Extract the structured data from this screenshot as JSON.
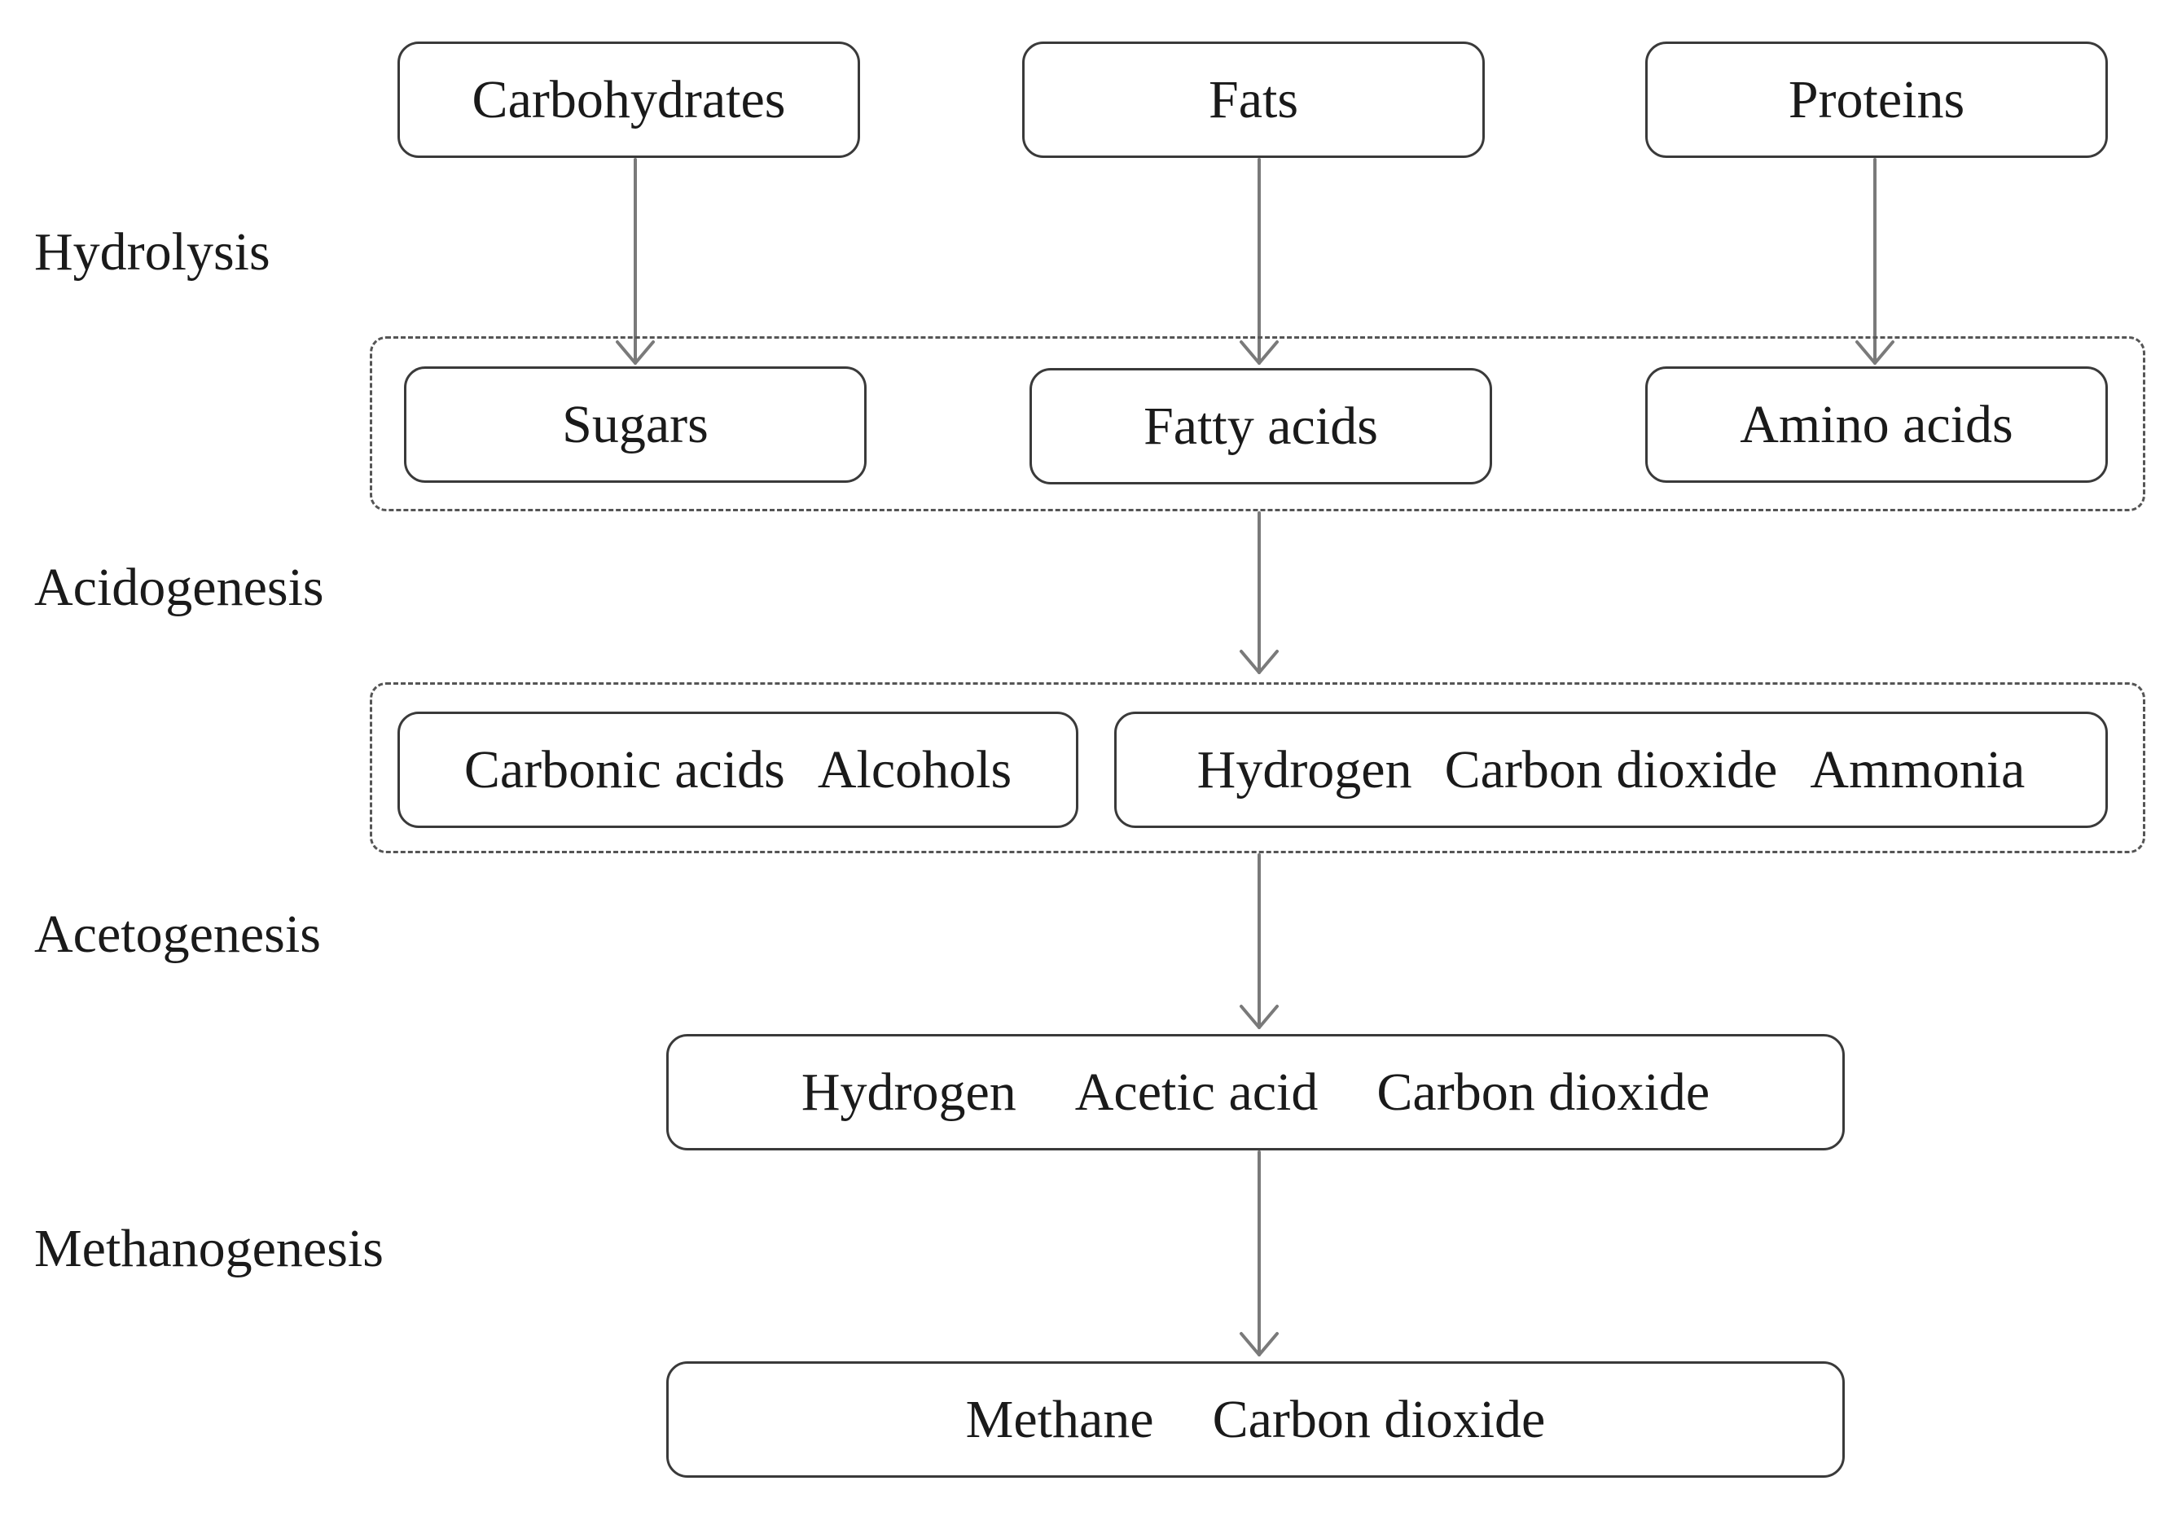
{
  "stages": {
    "hydrolysis": "Hydrolysis",
    "acidogenesis": "Acidogenesis",
    "acetogenesis": "Acetogenesis",
    "methanogenesis": "Methanogenesis"
  },
  "inputs": {
    "carbohydrates": "Carbohydrates",
    "fats": "Fats",
    "proteins": "Proteins"
  },
  "hydrolysis_products": {
    "sugars": "Sugars",
    "fatty_acids": "Fatty acids",
    "amino_acids": "Amino acids"
  },
  "acidogenesis_products": {
    "carbonic_acids": "Carbonic acids",
    "alcohols": "Alcohols",
    "hydrogen": "Hydrogen",
    "carbon_dioxide": "Carbon dioxide",
    "ammonia": "Ammonia"
  },
  "acetogenesis_products": {
    "hydrogen": "Hydrogen",
    "acetic_acid": "Acetic acid",
    "carbon_dioxide": "Carbon dioxide"
  },
  "methanogenesis_products": {
    "methane": "Methane",
    "carbon_dioxide": "Carbon dioxide"
  },
  "colors": {
    "arrow": "#7a7a7a",
    "box_border": "#3a3a3a",
    "group_border": "#555555",
    "text": "#1a1a1a"
  }
}
